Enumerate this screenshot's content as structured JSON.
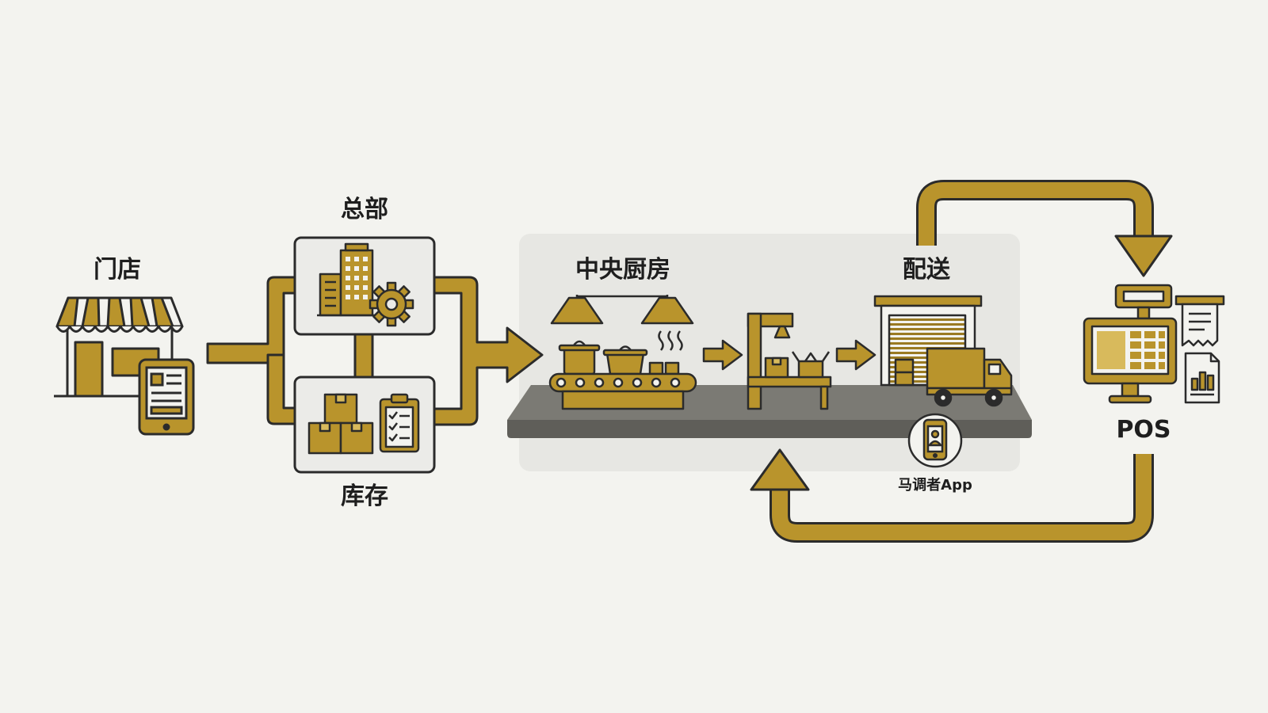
{
  "colors": {
    "background": "#f3f3ef",
    "gold": "#b9942c",
    "gold_light": "#d8ba5c",
    "outline": "#2b2b2b",
    "panel": "#e7e7e3",
    "floor": "#7b7a74"
  },
  "nodes": {
    "store": {
      "label": "门店",
      "icon": "storefront-icon"
    },
    "headquarters": {
      "label": "总部",
      "icon": "office-building-gear-icon"
    },
    "inventory": {
      "label": "库存",
      "icon": "boxes-clipboard-icon"
    },
    "central_kitchen": {
      "label": "中央厨房",
      "icon": "kitchen-conveyor-icon"
    },
    "delivery": {
      "label": "配送",
      "icon": "warehouse-truck-icon"
    },
    "dispatcher_app": {
      "label": "马调者App",
      "icon": "mobile-app-icon"
    },
    "pos": {
      "label": "POS",
      "icon": "pos-terminal-icon"
    }
  }
}
